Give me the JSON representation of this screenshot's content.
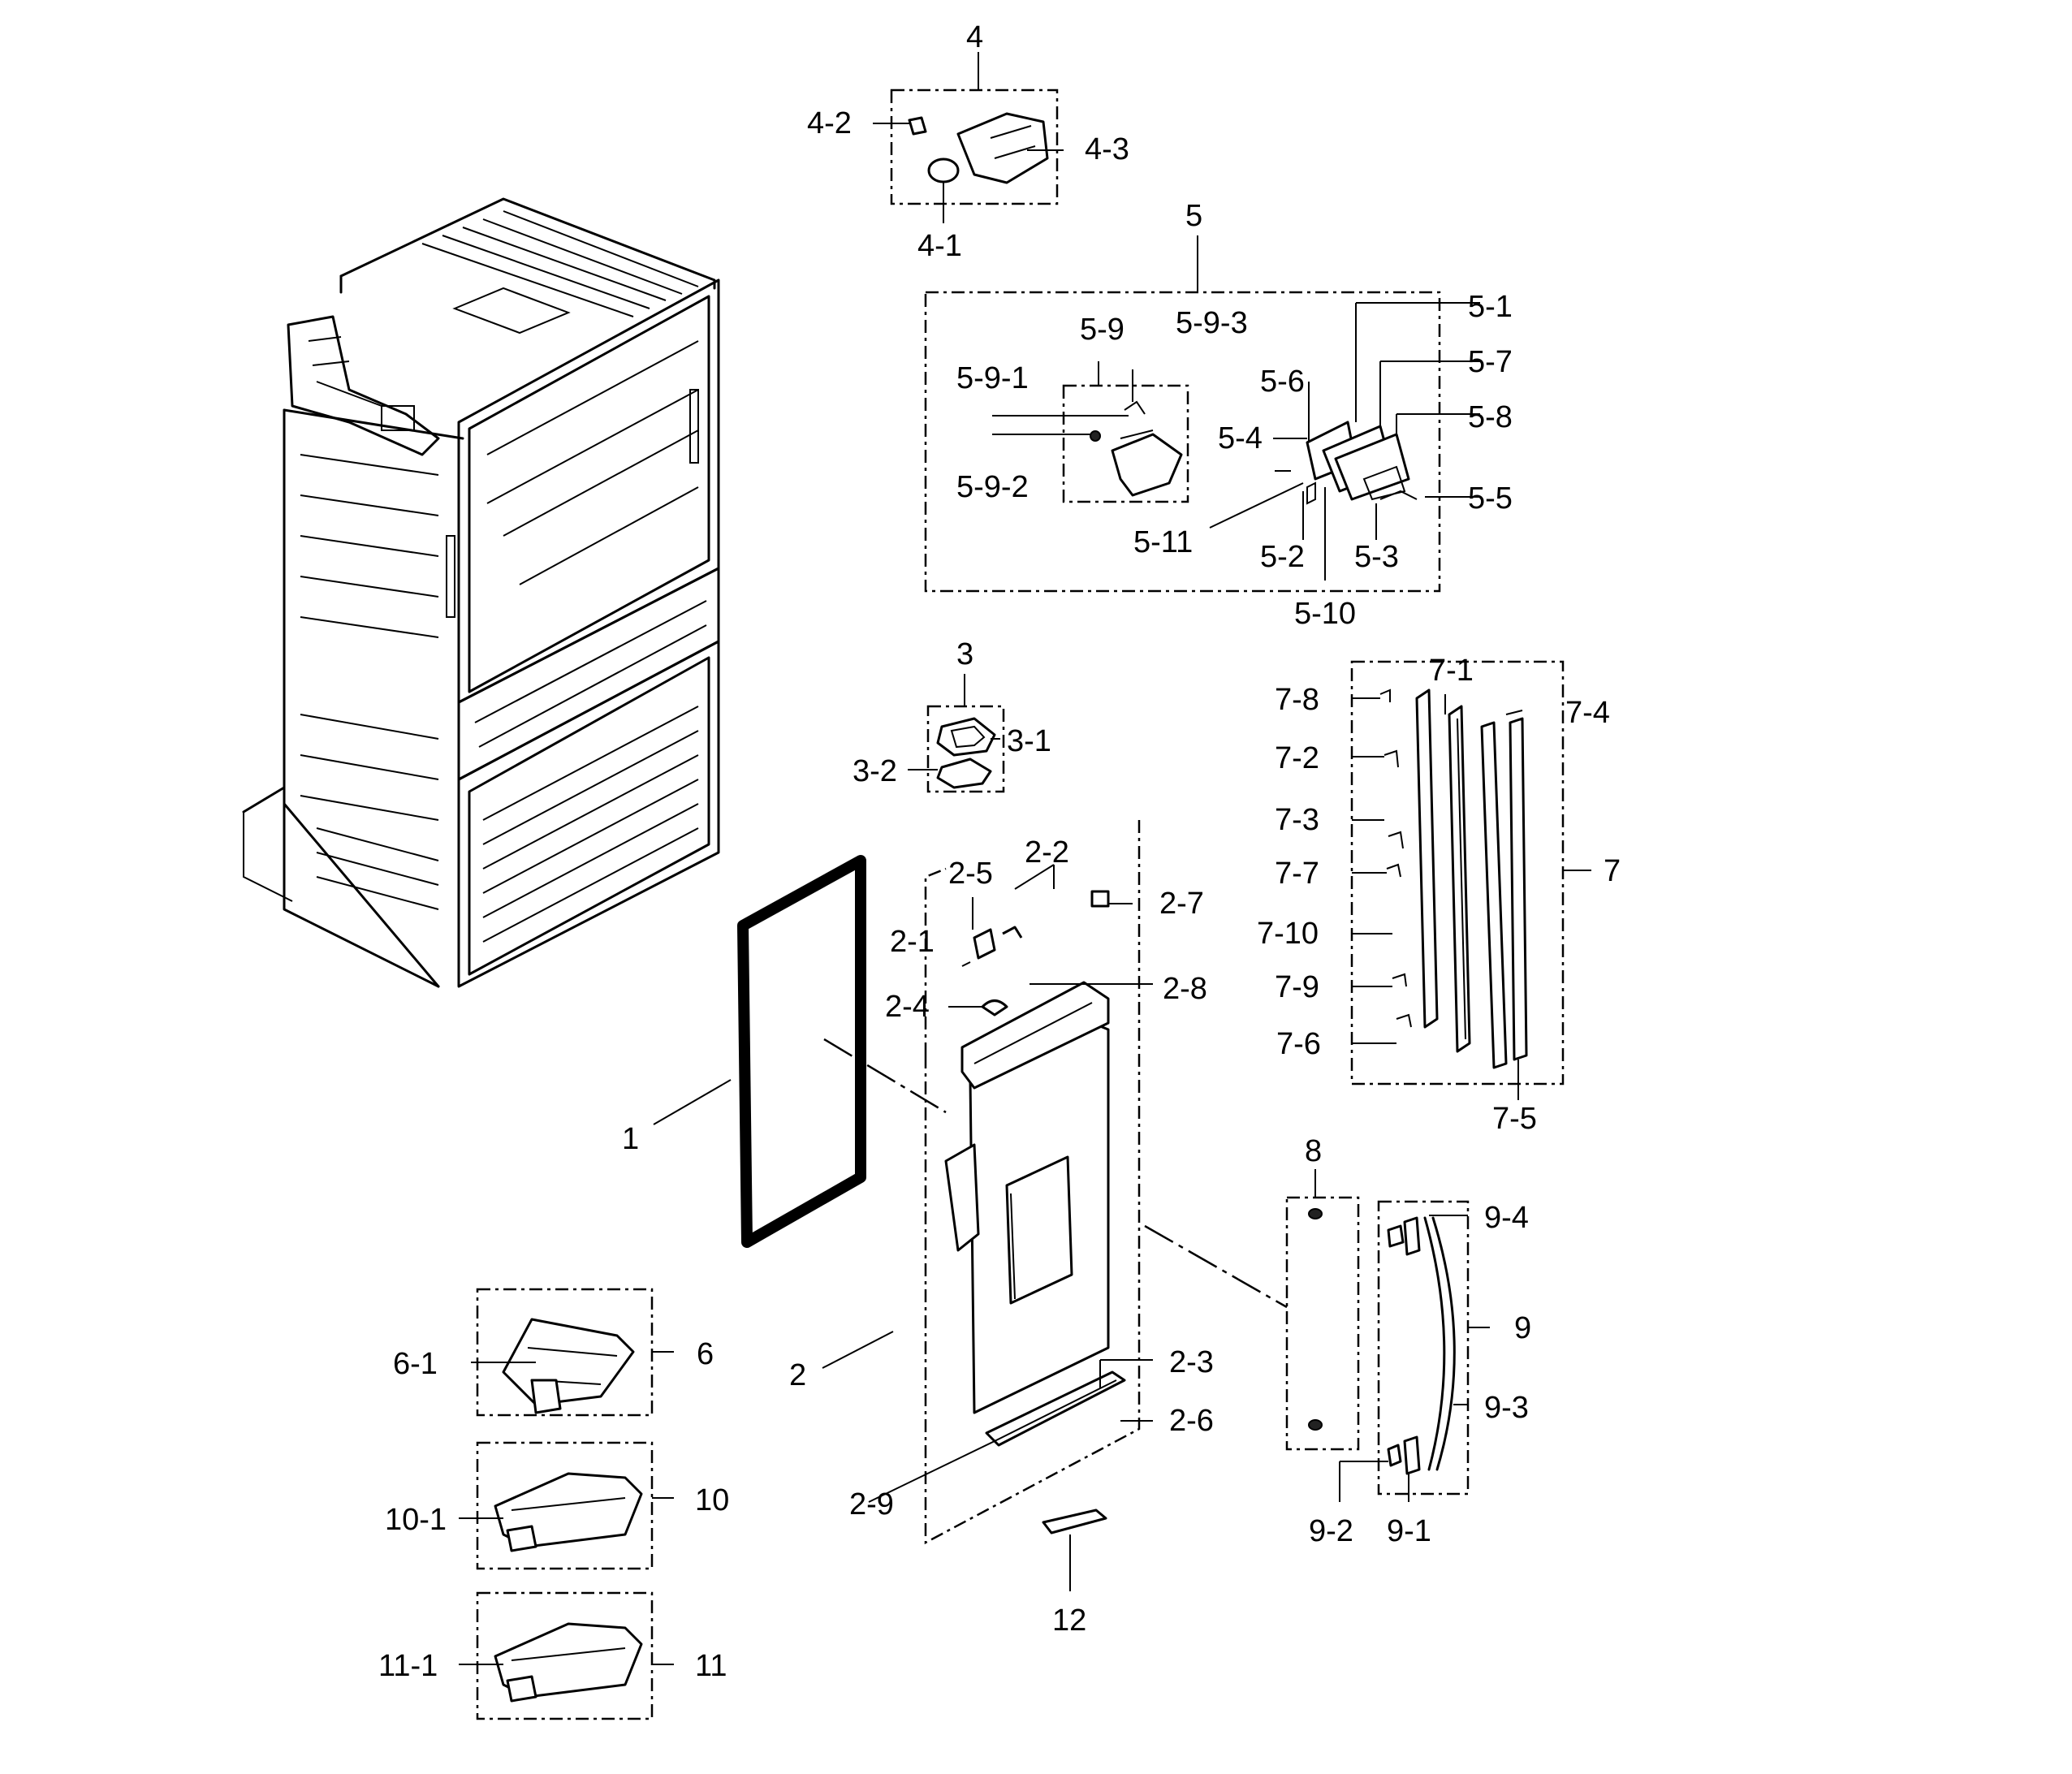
{
  "labels": {
    "l1": "1",
    "l2": "2",
    "l2_1": "2-1",
    "l2_2": "2-2",
    "l2_3": "2-3",
    "l2_4": "2-4",
    "l2_5": "2-5",
    "l2_6": "2-6",
    "l2_7": "2-7",
    "l2_8": "2-8",
    "l2_9": "2-9",
    "l3": "3",
    "l3_1": "3-1",
    "l3_2": "3-2",
    "l4": "4",
    "l4_1": "4-1",
    "l4_2": "4-2",
    "l4_3": "4-3",
    "l5": "5",
    "l5_1": "5-1",
    "l5_2": "5-2",
    "l5_3": "5-3",
    "l5_4": "5-4",
    "l5_5": "5-5",
    "l5_6": "5-6",
    "l5_7": "5-7",
    "l5_8": "5-8",
    "l5_9": "5-9",
    "l5_9_1": "5-9-1",
    "l5_9_2": "5-9-2",
    "l5_9_3": "5-9-3",
    "l5_10": "5-10",
    "l5_11": "5-11",
    "l6": "6",
    "l6_1": "6-1",
    "l7": "7",
    "l7_1": "7-1",
    "l7_2": "7-2",
    "l7_3": "7-3",
    "l7_4": "7-4",
    "l7_5": "7-5",
    "l7_6": "7-6",
    "l7_7": "7-7",
    "l7_8": "7-8",
    "l7_9": "7-9",
    "l7_10": "7-10",
    "l8": "8",
    "l9": "9",
    "l9_1": "9-1",
    "l9_2": "9-2",
    "l9_3": "9-3",
    "l9_4": "9-4",
    "l10": "10",
    "l10_1": "10-1",
    "l11": "11",
    "l11_1": "11-1",
    "l12": "12"
  }
}
